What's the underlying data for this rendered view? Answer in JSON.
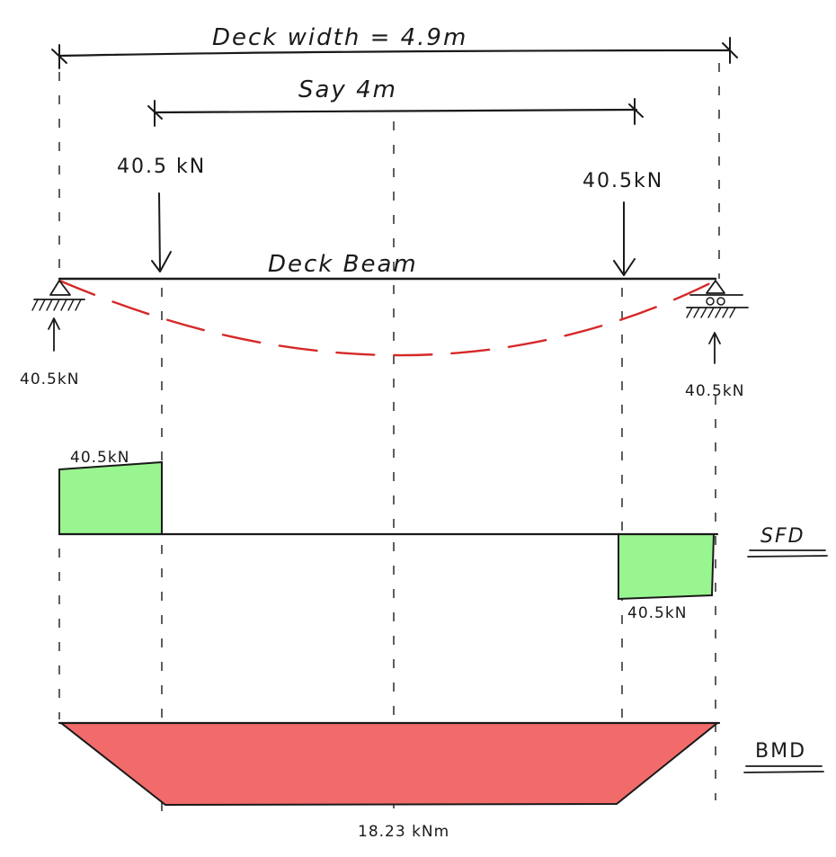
{
  "dimensions": {
    "deck_width_label": "Deck width = 4.9m",
    "load_spacing_label": "Say 4m"
  },
  "loads": {
    "left": "40.5 kN",
    "right": "40.5kN"
  },
  "beam": {
    "label": "Deck Beam"
  },
  "reactions": {
    "left": "40.5kN",
    "right": "40.5kN"
  },
  "sfd": {
    "label": "SFD",
    "positive_value": "40.5kN",
    "negative_value": "40.5kN",
    "fill_color": "#99f58f"
  },
  "bmd": {
    "label": "BMD",
    "max_value": "18.23 kNm",
    "fill_color": "#f26b6b"
  },
  "colors": {
    "deflection": "#d62828",
    "ink": "#1a1a1a"
  }
}
